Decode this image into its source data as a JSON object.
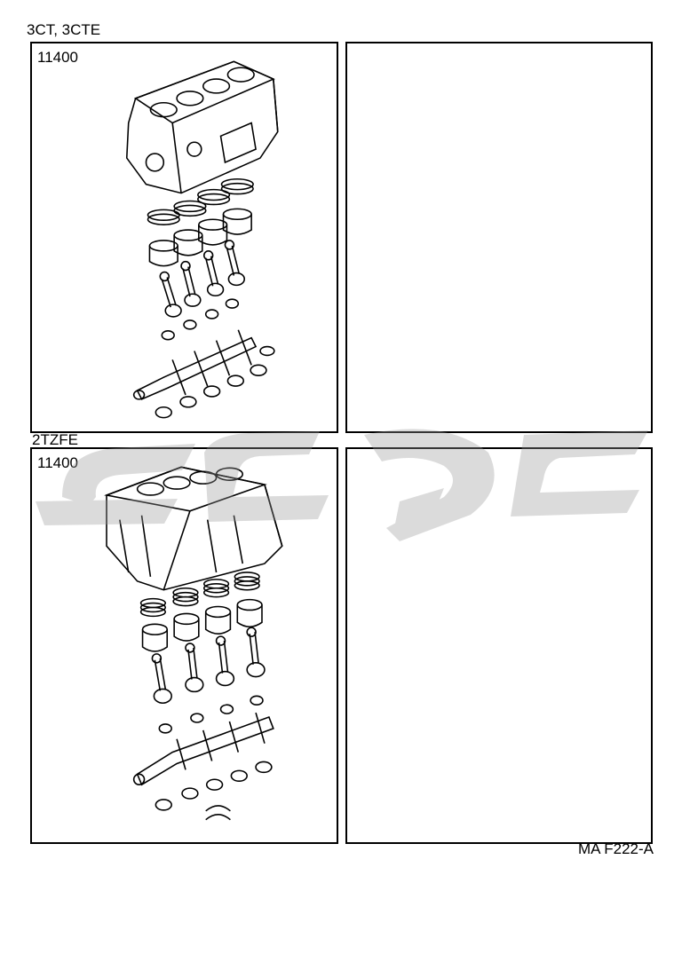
{
  "section_top": {
    "caption": "3CT, 3CTE",
    "part_no": "11400"
  },
  "section_bottom": {
    "caption": "2TZFE",
    "part_no": "11400"
  },
  "page_ref": "MA F222-A",
  "watermark_color": "#9a9a9a"
}
